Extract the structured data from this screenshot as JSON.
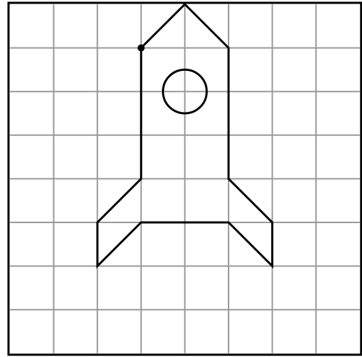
{
  "grid": {
    "columns": 8,
    "rows": 8,
    "line_color": "#999999",
    "border_color": "#000000"
  },
  "rocket": {
    "stroke_color": "#000000",
    "outline": [
      [
        3,
        1
      ],
      [
        4,
        0
      ],
      [
        5,
        1
      ],
      [
        5,
        4
      ],
      [
        6,
        5
      ],
      [
        6,
        6
      ],
      [
        5,
        5
      ],
      [
        3,
        5
      ],
      [
        2,
        6
      ],
      [
        2,
        5
      ],
      [
        3,
        4
      ],
      [
        3,
        1
      ]
    ],
    "window": {
      "center": [
        4,
        2
      ],
      "radius": 0.5
    },
    "marked_point": [
      3,
      1
    ]
  }
}
